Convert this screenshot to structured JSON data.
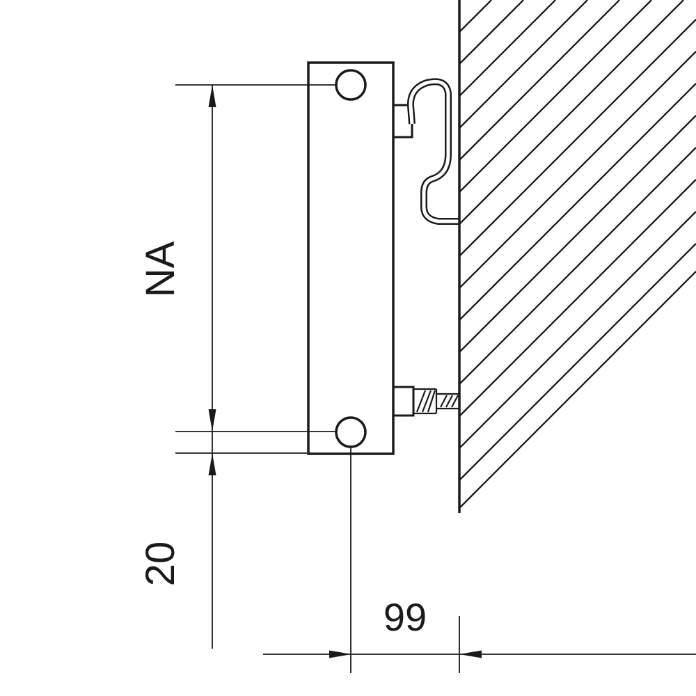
{
  "drawing_labels": {
    "vertical_primary": "NA",
    "vertical_secondary": "20",
    "horizontal": "99"
  },
  "colors": {
    "ink": "#1a1a1a",
    "background": "#ffffff"
  }
}
